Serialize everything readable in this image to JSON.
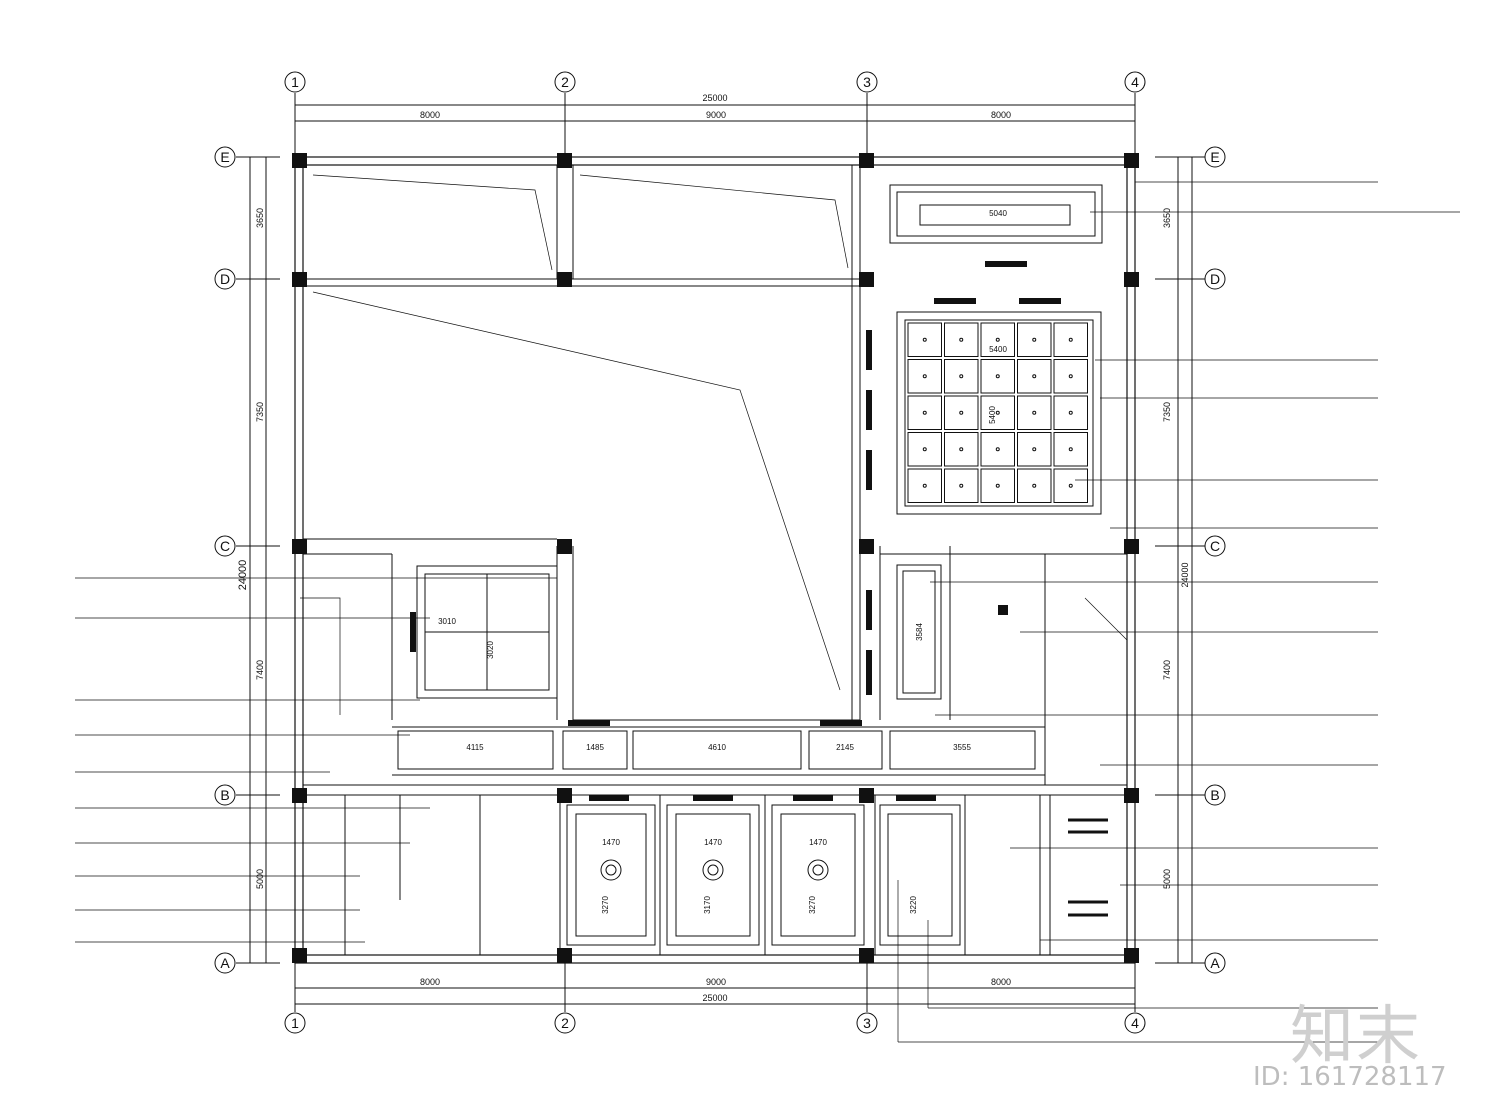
{
  "plan": {
    "axes_columns": [
      "1",
      "2",
      "3",
      "4"
    ],
    "axes_rows": [
      "E",
      "D",
      "C",
      "B",
      "A"
    ],
    "top_total": "25000",
    "bottom_total": "25000",
    "top_spans": [
      "8000",
      "9000",
      "8000"
    ],
    "bottom_spans": [
      "8000",
      "9000",
      "8000"
    ],
    "left_spans": [
      "3650",
      "7350",
      "7400",
      "5000"
    ],
    "left_total": "24000",
    "right_spans": [
      "3650",
      "7350",
      "7400",
      "5000"
    ],
    "right_total": "24000",
    "room_dims": {
      "ne_ceiling": "5040",
      "grid_ceiling": "5400",
      "grid_ceiling_v": "5400",
      "w_ceiling_h": "3010",
      "w_ceiling_v": "3020",
      "corridor": [
        "4115",
        "1485",
        "4610",
        "2145",
        "3555"
      ],
      "s_rooms": [
        "1470",
        "1470",
        "1470"
      ],
      "s_rooms_v": [
        "3270",
        "3170",
        "3270",
        "3220"
      ],
      "e_ceiling_v": "3584"
    }
  },
  "watermark": {
    "logo": "知末",
    "id": "ID: 161728117"
  }
}
